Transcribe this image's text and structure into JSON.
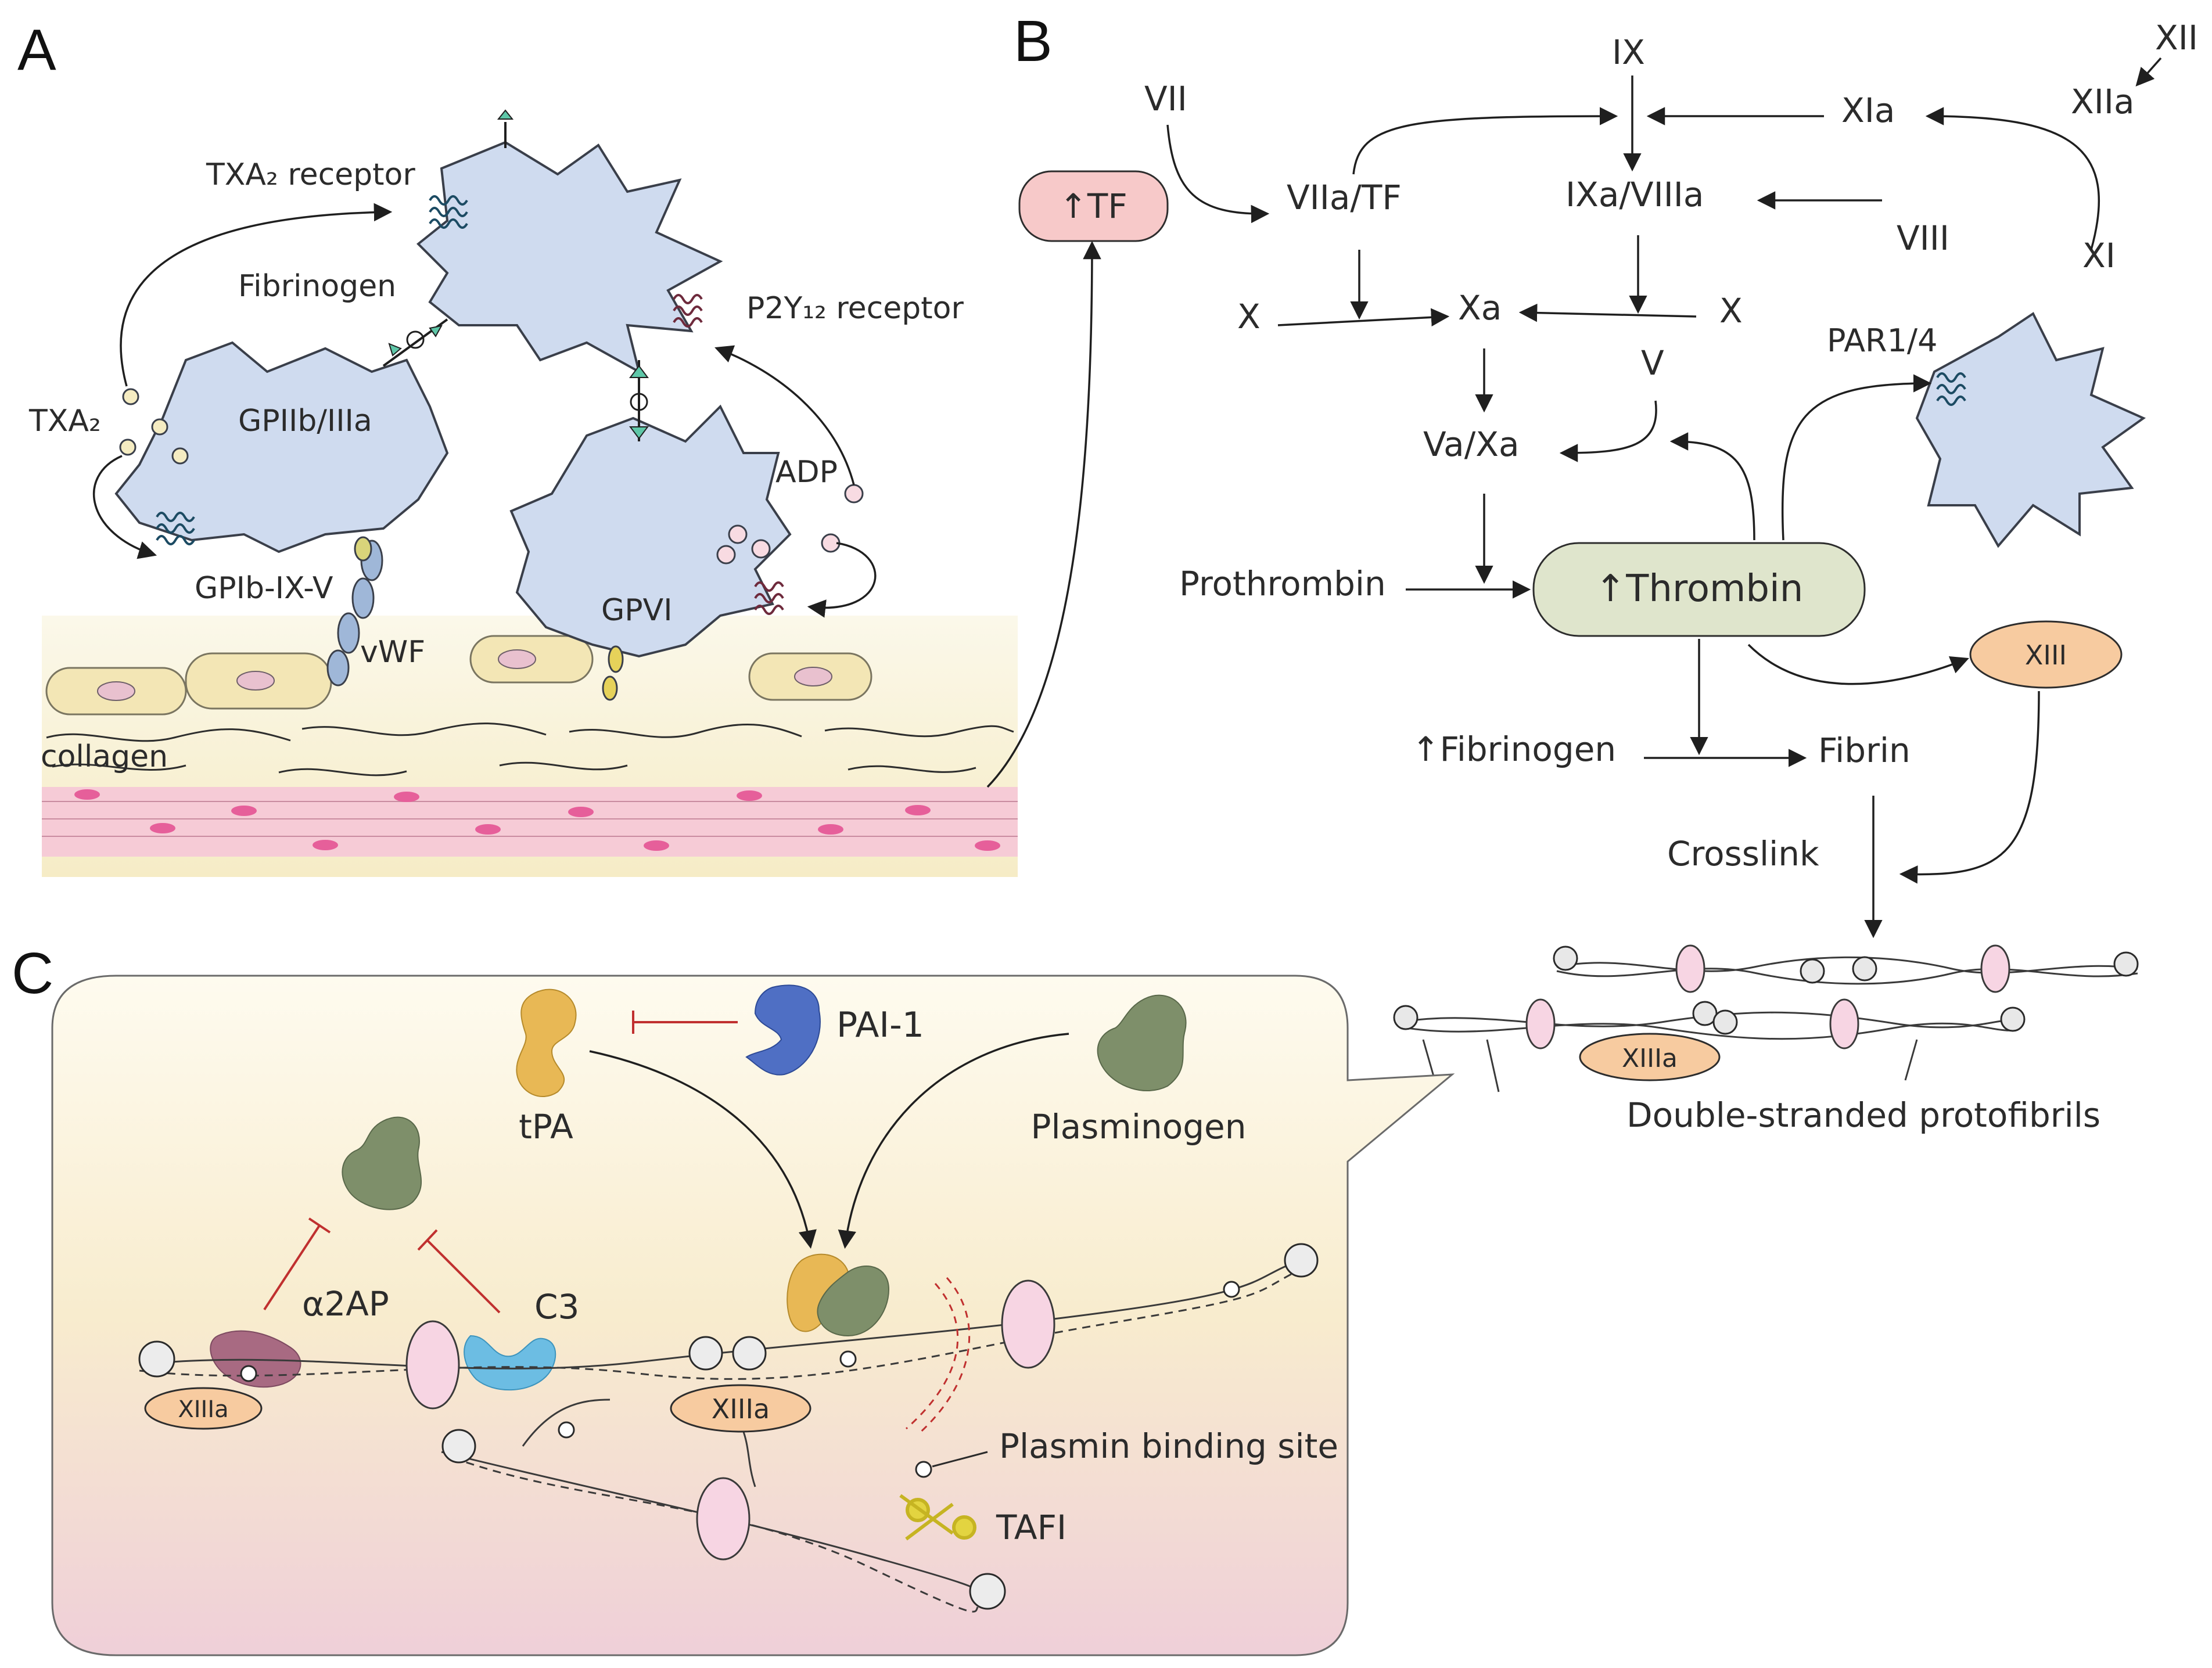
{
  "panels": {
    "a": "A",
    "b": "B",
    "c": "C"
  },
  "panel_a": {
    "txa2_receptor": "TXA₂ receptor",
    "fibrinogen": "Fibrinogen",
    "p2y12_receptor": "P2Y₁₂ receptor",
    "txa2": "TXA₂",
    "gpiib_iiia": "GPIIb/IIIa",
    "adp": "ADP",
    "gpib_ix_v": "GPIb-IX-V",
    "vwf": "vWF",
    "gpvi": "GPVI",
    "collagen": "collagen"
  },
  "panel_b": {
    "tf": "↑TF",
    "vii": "VII",
    "viia_tf": "VIIa/TF",
    "ix": "IX",
    "ixa_viiia": "IXa/VIIIa",
    "xia": "XIa",
    "xii": "XII",
    "xiia": "XIIa",
    "viii": "VIII",
    "xi": "XI",
    "x_left": "X",
    "xa": "Xa",
    "x_right": "X",
    "v": "V",
    "va_xa": "Va/Xa",
    "par": "PAR1/4",
    "prothrombin": "Prothrombin",
    "thrombin": "↑Thrombin",
    "xiii": "XIII",
    "fibrinogen": "↑Fibrinogen",
    "fibrin": "Fibrin",
    "crosslink": "Crosslink",
    "xiiia": "XIIIa",
    "protofibrils": "Double-stranded protofibrils"
  },
  "panel_c": {
    "tpa": "tPA",
    "pai1": "PAI-1",
    "plasminogen": "Plasminogen",
    "a2ap": "α2AP",
    "c3": "C3",
    "xiiia_left": "XIIIa",
    "xiiia_mid": "XIIIa",
    "plasmin_site": "Plasmin binding site",
    "tafi": "TAFI"
  },
  "colors": {
    "platelet": "#cfdbef",
    "tf_box": "#f7c9c9",
    "thrombin_box": "#dfe5cc",
    "xiii_oval": "#f7cba0",
    "inhibit": "#c0302f",
    "tpa": "#e8b855",
    "pai1": "#4f6fc4",
    "plasminogen": "#7e8f6a",
    "a2ap": "#a86a82",
    "c3": "#6cbde3",
    "tafi": "#e3d440"
  }
}
